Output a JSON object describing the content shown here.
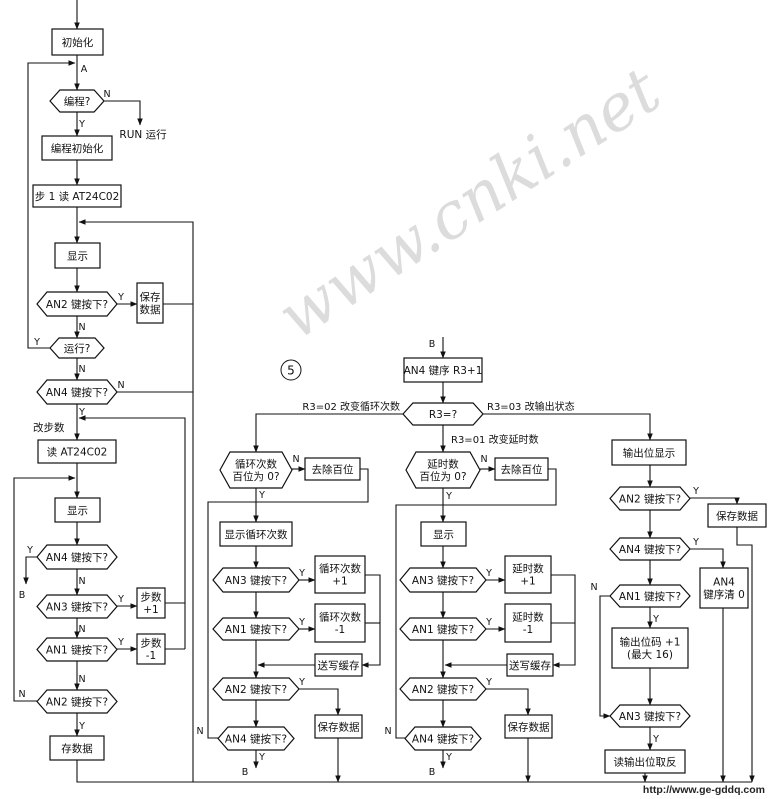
{
  "figure_number": "5",
  "watermark": "www.cnki.net",
  "source_url": "http://www.ge-gddq.com",
  "labels": {
    "yes": "Y",
    "no": "N",
    "entry_a": "A",
    "connector_b": "B"
  },
  "branches": {
    "r3_02": "R3=02 改变循环次数",
    "r3_03": "R3=03 改输出状态",
    "r3_01": "R3=01 改变延时数"
  },
  "nodes": {
    "init": [
      "初始化"
    ],
    "program_q": [
      "编程?"
    ],
    "run": [
      "RUN 运行"
    ],
    "program_init": [
      "编程初始化"
    ],
    "step1_read": [
      "步 1 读 AT24C02"
    ],
    "display_1": [
      "显示"
    ],
    "an2_q_1": [
      "AN2 键按下?"
    ],
    "save_data_1": [
      "保存",
      "数据"
    ],
    "run_q": [
      "运行?"
    ],
    "an4_q_1": [
      "AN4 键按下?"
    ],
    "change_steps": [
      "改步数"
    ],
    "read_at24c02": [
      "读 AT24C02"
    ],
    "display_2": [
      "显示"
    ],
    "an4_q_2": [
      "AN4 键按下?"
    ],
    "an3_q_1": [
      "AN3 键按下?"
    ],
    "step_plus": [
      "步数",
      "+1"
    ],
    "an1_q_1": [
      "AN1 键按下?"
    ],
    "step_minus": [
      "步数",
      "-1"
    ],
    "an2_q_2": [
      "AN2 键按下?"
    ],
    "store_data": [
      "存数据"
    ],
    "an4_r3": [
      "AN4 键序 R3+1"
    ],
    "r3_q": [
      "R3=?"
    ],
    "loop_hund_q": [
      "循环次数",
      "百位为 0?"
    ],
    "remove_hund_1": [
      "去除百位"
    ],
    "disp_loop": [
      "显示循环次数"
    ],
    "an3_q_2": [
      "AN3 键按下?"
    ],
    "loop_plus": [
      "循环次数",
      "+1"
    ],
    "an1_q_2": [
      "AN1 键按下?"
    ],
    "loop_minus": [
      "循环次数",
      "-1"
    ],
    "send_cache_1": [
      "送写缓存"
    ],
    "an2_q_3": [
      "AN2 键按下?"
    ],
    "save_data_2": [
      "保存数据"
    ],
    "an4_q_3": [
      "AN4 键按下?"
    ],
    "delay_hund_q": [
      "延时数",
      "百位为 0?"
    ],
    "remove_hund_2": [
      "去除百位"
    ],
    "disp_delay": [
      "显示"
    ],
    "an3_q_3": [
      "AN3 键按下?"
    ],
    "delay_plus": [
      "延时数",
      "+1"
    ],
    "an1_q_3": [
      "AN1 键按下?"
    ],
    "delay_minus": [
      "延时数",
      "-1"
    ],
    "send_cache_2": [
      "送写缓存"
    ],
    "an2_q_4": [
      "AN2 键按下?"
    ],
    "save_data_3": [
      "保存数据"
    ],
    "an4_q_4": [
      "AN4 键按下?"
    ],
    "out_disp": [
      "输出位显示"
    ],
    "an2_q_5": [
      "AN2 键按下?"
    ],
    "save_data_4": [
      "保存数据"
    ],
    "an4_q_5": [
      "AN4 键按下?"
    ],
    "an4_clear": [
      "AN4",
      "键序清 0"
    ],
    "an1_q_4": [
      "AN1 键按下?"
    ],
    "out_plus": [
      "输出位码 +1",
      "(最大 16)"
    ],
    "an3_q_4": [
      "AN3 键按下?"
    ],
    "out_invert": [
      "读输出位取反"
    ]
  }
}
